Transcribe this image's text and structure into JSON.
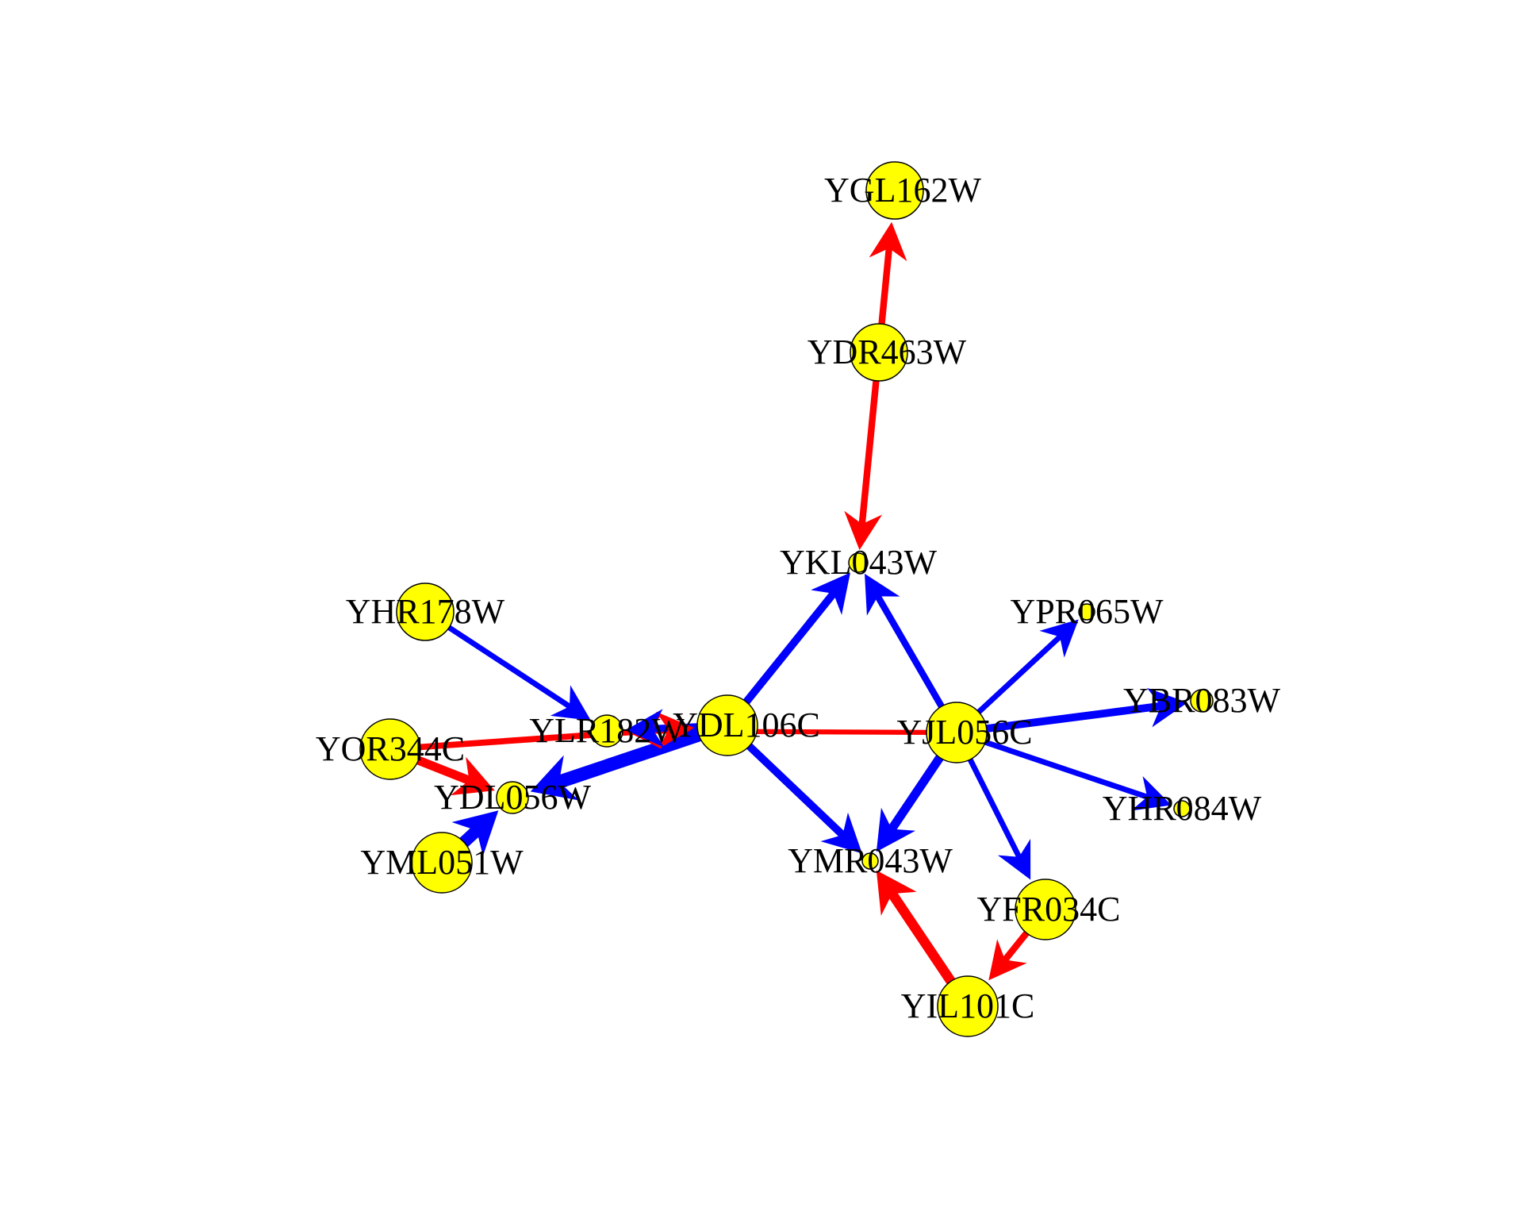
{
  "colors": {
    "node_fill": "#ffff00",
    "activation": "#0000ff",
    "repression": "#ff0000",
    "background": "#ffffff"
  },
  "nodes": [
    {
      "id": "YGL162W",
      "label": "YGL162W"
    },
    {
      "id": "YDR463W",
      "label": "YDR463W"
    },
    {
      "id": "YKL043W",
      "label": "YKL043W"
    },
    {
      "id": "YHR178W",
      "label": "YHR178W"
    },
    {
      "id": "YPR065W",
      "label": "YPR065W"
    },
    {
      "id": "YBR083W",
      "label": "YBR083W"
    },
    {
      "id": "YLR182W",
      "label": "YLR182W"
    },
    {
      "id": "YDL106C",
      "label": "YDL106C"
    },
    {
      "id": "YJL056C",
      "label": "YJL056C"
    },
    {
      "id": "YOR344C",
      "label": "YOR344C"
    },
    {
      "id": "YDL056W",
      "label": "YDL056W"
    },
    {
      "id": "YHR084W",
      "label": "YHR084W"
    },
    {
      "id": "YML051W",
      "label": "YML051W"
    },
    {
      "id": "YMR043W",
      "label": "YMR043W"
    },
    {
      "id": "YFR034C",
      "label": "YFR034C"
    },
    {
      "id": "YIL101C",
      "label": "YIL101C"
    }
  ],
  "edges": [
    {
      "source": "YDR463W",
      "target": "YGL162W",
      "type": "repression",
      "weight": 1.2
    },
    {
      "source": "YDR463W",
      "target": "YKL043W",
      "type": "repression",
      "weight": 1.2
    },
    {
      "source": "YDL106C",
      "target": "YKL043W",
      "type": "activation",
      "weight": 1.4
    },
    {
      "source": "YJL056C",
      "target": "YKL043W",
      "type": "activation",
      "weight": 1.2
    },
    {
      "source": "YHR178W",
      "target": "YLR182W",
      "type": "activation",
      "weight": 1.0
    },
    {
      "source": "YOR344C",
      "target": "YDL106C",
      "type": "repression",
      "weight": 1.1
    },
    {
      "source": "YJL056C",
      "target": "YLR182W",
      "type": "repression",
      "weight": 0.9
    },
    {
      "source": "YDL106C",
      "target": "YDL056W",
      "type": "activation",
      "weight": 2.4
    },
    {
      "source": "YDL106C",
      "target": "YLR182W",
      "type": "activation",
      "weight": 1.3
    },
    {
      "source": "YML051W",
      "target": "YDL056W",
      "type": "activation",
      "weight": 2.2
    },
    {
      "source": "YOR344C",
      "target": "YDL056W",
      "type": "repression",
      "weight": 1.6
    },
    {
      "source": "YJL056C",
      "target": "YPR065W",
      "type": "activation",
      "weight": 1.0
    },
    {
      "source": "YJL056C",
      "target": "YBR083W",
      "type": "activation",
      "weight": 1.4
    },
    {
      "source": "YJL056C",
      "target": "YHR084W",
      "type": "activation",
      "weight": 1.0
    },
    {
      "source": "YJL056C",
      "target": "YMR043W",
      "type": "activation",
      "weight": 1.6
    },
    {
      "source": "YJL056C",
      "target": "YFR034C",
      "type": "activation",
      "weight": 1.0
    },
    {
      "source": "YDL106C",
      "target": "YMR043W",
      "type": "activation",
      "weight": 1.4
    },
    {
      "source": "YIL101C",
      "target": "YMR043W",
      "type": "repression",
      "weight": 1.8
    },
    {
      "source": "YFR034C",
      "target": "YIL101C",
      "type": "repression",
      "weight": 1.2
    }
  ]
}
